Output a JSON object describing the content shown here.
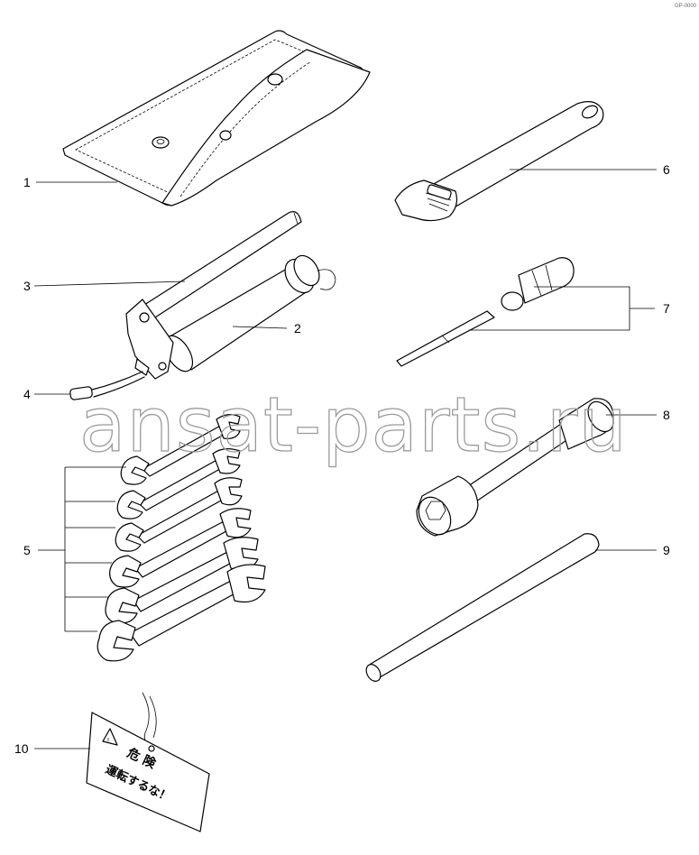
{
  "diagram": {
    "corner_code": "GP-0000",
    "watermark": "ansat-parts.ru",
    "callouts": [
      "1",
      "2",
      "3",
      "4",
      "5",
      "6",
      "7",
      "8",
      "9",
      "10"
    ],
    "warning_tag": {
      "line1": "危  険",
      "line2": "運転するな！"
    }
  }
}
